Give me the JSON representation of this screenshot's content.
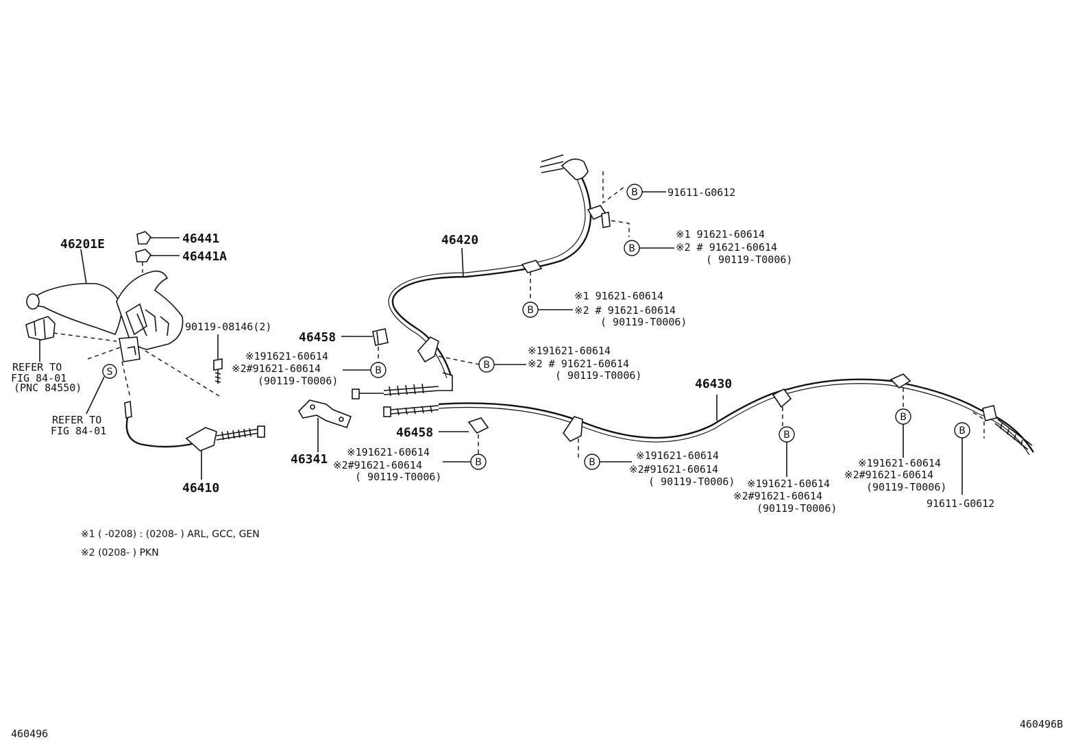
{
  "labels": {
    "l46201E": "46201E",
    "l46441": "46441",
    "l46441A": "46441A",
    "l46420": "46420",
    "l46430": "46430",
    "l46458a": "46458",
    "l46458b": "46458",
    "l46341": "46341",
    "l46410": "46410",
    "bolt": "90119-08146(2)",
    "refer1a": "REFER TO",
    "refer1b": "FIG 84-01",
    "refer1c": "(PNC 84550)",
    "refer2a": "REFER TO",
    "refer2b": "FIG 84-01",
    "s_marker": "S",
    "b_marker": "B",
    "top_g0612": "91611-G0612",
    "g2_1": "※1 91621-60614",
    "g2_2": "※2 # 91621-60614",
    "g2_3": "( 90119-T0006)",
    "g3_1": "※1 91621-60614",
    "g3_2": "※2 # 91621-60614",
    "g3_3": "( 90119-T0006)",
    "g4_1": "※191621-60614",
    "g4_2": "※2 # 91621-60614",
    "g4_3": "( 90119-T0006)",
    "g5_1": "※191621-60614",
    "g5_2": "※2#91621-60614",
    "g5_3": "(90119-T0006)",
    "g6_1": "※191621-60614",
    "g6_2": "※2#91621-60614",
    "g6_3": "( 90119-T0006)",
    "g7_1": "※191621-60614",
    "g7_2": "※2#91621-60614",
    "g7_3": "( 90119-T0006)",
    "g8_1": "※191621-60614",
    "g8_2": "※2#91621-60614",
    "g8_3": "(90119-T0006)",
    "g9_1": "※191621-60614",
    "g9_2": "※2#91621-60614",
    "g9_3": "(90119-T0006)",
    "bot_g0612": "91611-G0612",
    "note1": "※1 (        -0208) : (0208-        ) ARL, GCC, GEN",
    "note2": "※2  (0208-        ) PKN",
    "code_left": "460496",
    "code_right": "460496B"
  }
}
